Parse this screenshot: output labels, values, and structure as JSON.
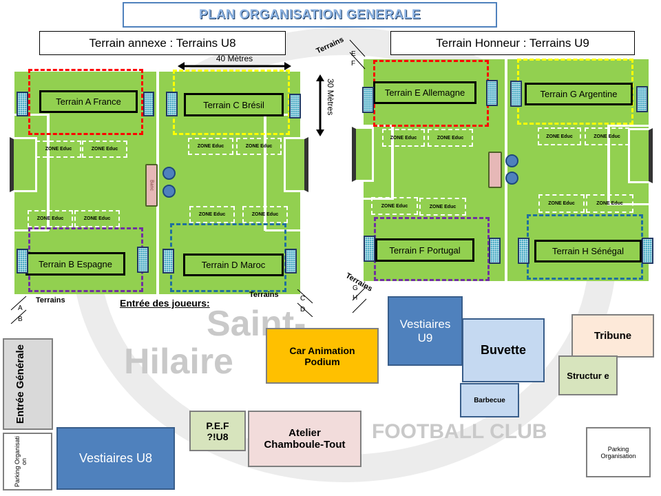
{
  "title": "PLAN ORGANISATION GENERALE",
  "headers": {
    "left": "Terrain annexe : Terrains U8",
    "right": "Terrain Honneur : Terrains U9"
  },
  "dimensions": {
    "width_label": "40 Mètres",
    "height_label": "30 Mètres"
  },
  "terrains": {
    "a": "Terrain A France",
    "b": "Terrain B Espagne",
    "c": "Terrain C Brésil",
    "d": "Terrain D Maroc",
    "e": "Terrain E Allemagne",
    "f": "Terrain F Portugal",
    "g": "Terrain G Argentine",
    "h": "Terrain H Sénégal"
  },
  "zone_label": "ZONE Educ",
  "bench_label": "Banc",
  "pair_labels": {
    "ab_word": "Terrains",
    "ab_letters": "A B",
    "cd_word": "Terrains",
    "cd_letters": "C D",
    "ef_word": "Terrains",
    "ef_letters": "E F",
    "gh_word": "Terrains",
    "gh_letters": "G H"
  },
  "entree_joueurs": "Entrée des joueurs:",
  "facilities": {
    "entree_generale": "Entrée Générale",
    "parking_left": "Parking Organisati on",
    "vestiaires_u8": "Vestiaires U8",
    "pef": "P.E.F ?!U8",
    "atelier": "Atelier Chamboule-Tout",
    "car_animation": "Car Animation Podium",
    "vestiaires_u9": "Vestiaires U9",
    "buvette": "Buvette",
    "barbecue": "Barbecue",
    "tribune": "Tribune",
    "structure": "Structur e",
    "parking_right": "Parking Organisation"
  },
  "watermark": {
    "line1": "Saint-",
    "line2": "Hilaire",
    "line3": "FOOTBALL CLUB"
  },
  "colors": {
    "field": "#92d050",
    "red_zone": "#ff0000",
    "yellow_zone": "#ffff00",
    "purple_zone": "#7030a0",
    "teal_zone": "#1f6f9f",
    "bench": "#e6b8b7",
    "blue_box": "#4f81bd",
    "light_blue_box": "#c5d9f1",
    "orange_box": "#ffc000",
    "peach_box": "#fde9d9",
    "green_box": "#d7e4bd",
    "pink_box": "#f2dcdb",
    "grey_box": "#d9d9d9"
  }
}
